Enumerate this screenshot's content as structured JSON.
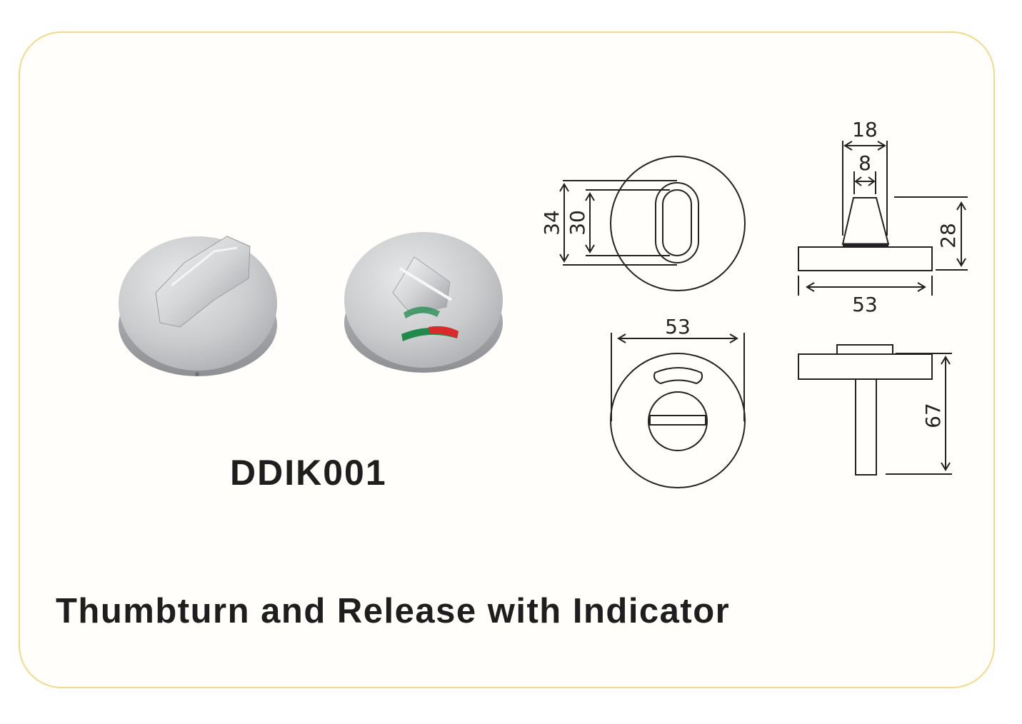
{
  "product": {
    "model": "DDIK001",
    "title": "Thumbturn and Release with Indicator"
  },
  "dimensions": {
    "front_outer_height": "34",
    "front_slot_height": "30",
    "side_top_width": "18",
    "side_knob_width": "8",
    "side_height": "28",
    "side_base_width": "53",
    "front_diameter": "53",
    "spindle_length": "67"
  },
  "colors": {
    "frame": "#f3d98a",
    "indicator_red": "#d92b2b",
    "indicator_green": "#1f8a4c",
    "metal": "#c4c6c9"
  }
}
